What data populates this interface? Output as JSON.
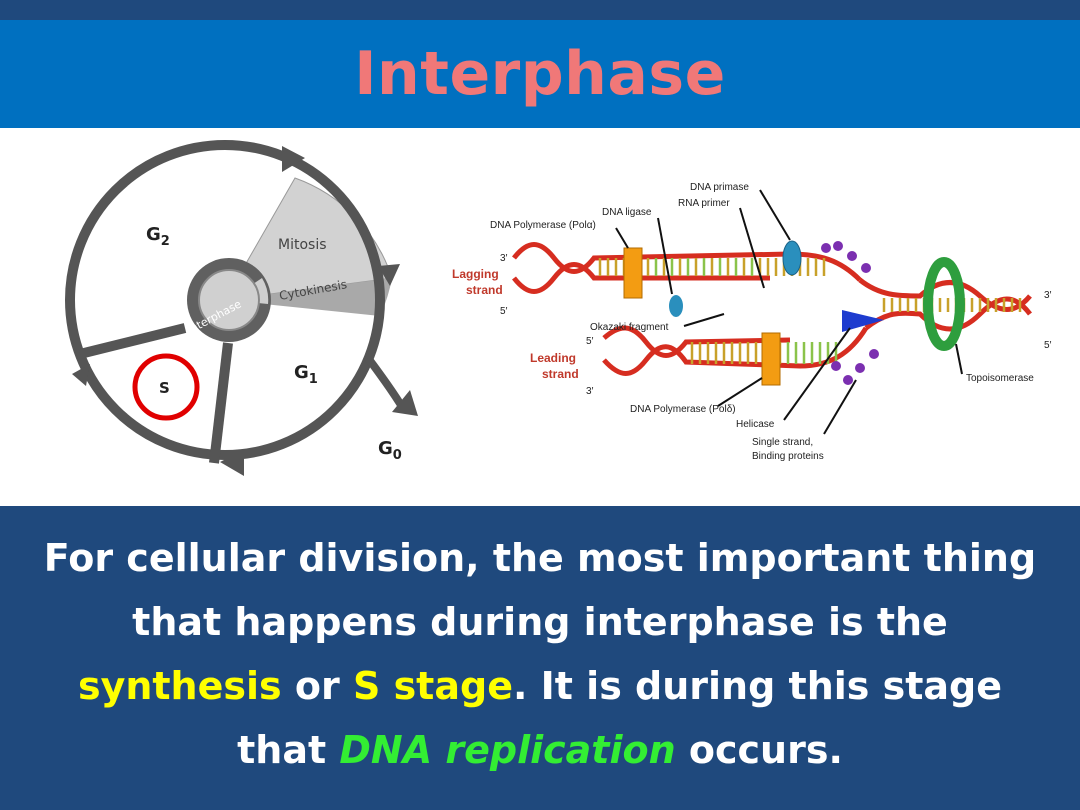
{
  "title": "Interphase",
  "cycle": {
    "g2": "G",
    "g2_sub": "2",
    "mitosis": "Mitosis",
    "cytokinesis": "Cytokinesis",
    "interphase": "Interphase",
    "s": "S",
    "g1": "G",
    "g1_sub": "1",
    "g0": "G",
    "g0_sub": "0",
    "colors": {
      "ring": "#555555",
      "wedge": "#cfcfcf",
      "highlight": "#e00000"
    }
  },
  "dna": {
    "primase": "DNA primase",
    "rna_primer": "RNA primer",
    "ligase": "DNA ligase",
    "pol_alpha": "DNA Polymerase (Polα)",
    "lagging_1": "Lagging",
    "lagging_2": "strand",
    "okazaki": "Okazaki fragment",
    "leading_1": "Leading",
    "leading_2": "strand",
    "pol_delta": "DNA Polymerase (Polδ)",
    "helicase": "Helicase",
    "ssb_1": "Single strand,",
    "ssb_2": "Binding proteins",
    "topoisomerase": "Topoisomerase",
    "end_3_a": "3′",
    "end_5_a": "5′",
    "end_5_b": "5′",
    "end_3_b": "3′",
    "end_3_c": "3′",
    "end_5_c": "5′",
    "colors": {
      "strand": "#d62d20",
      "base": "#c8a12a",
      "new_base": "#8bc34a",
      "protein": "#f39c12",
      "topo": "#2e9e3e"
    }
  },
  "caption": {
    "p1": "For cellular division, the most important thing that happens during interphase is the ",
    "synthesis": "synthesis",
    "p2": " or ",
    "s_stage": "S stage",
    "p3": ".  It is during this stage that ",
    "dna_replication": "DNA replication",
    "p4": " occurs."
  }
}
